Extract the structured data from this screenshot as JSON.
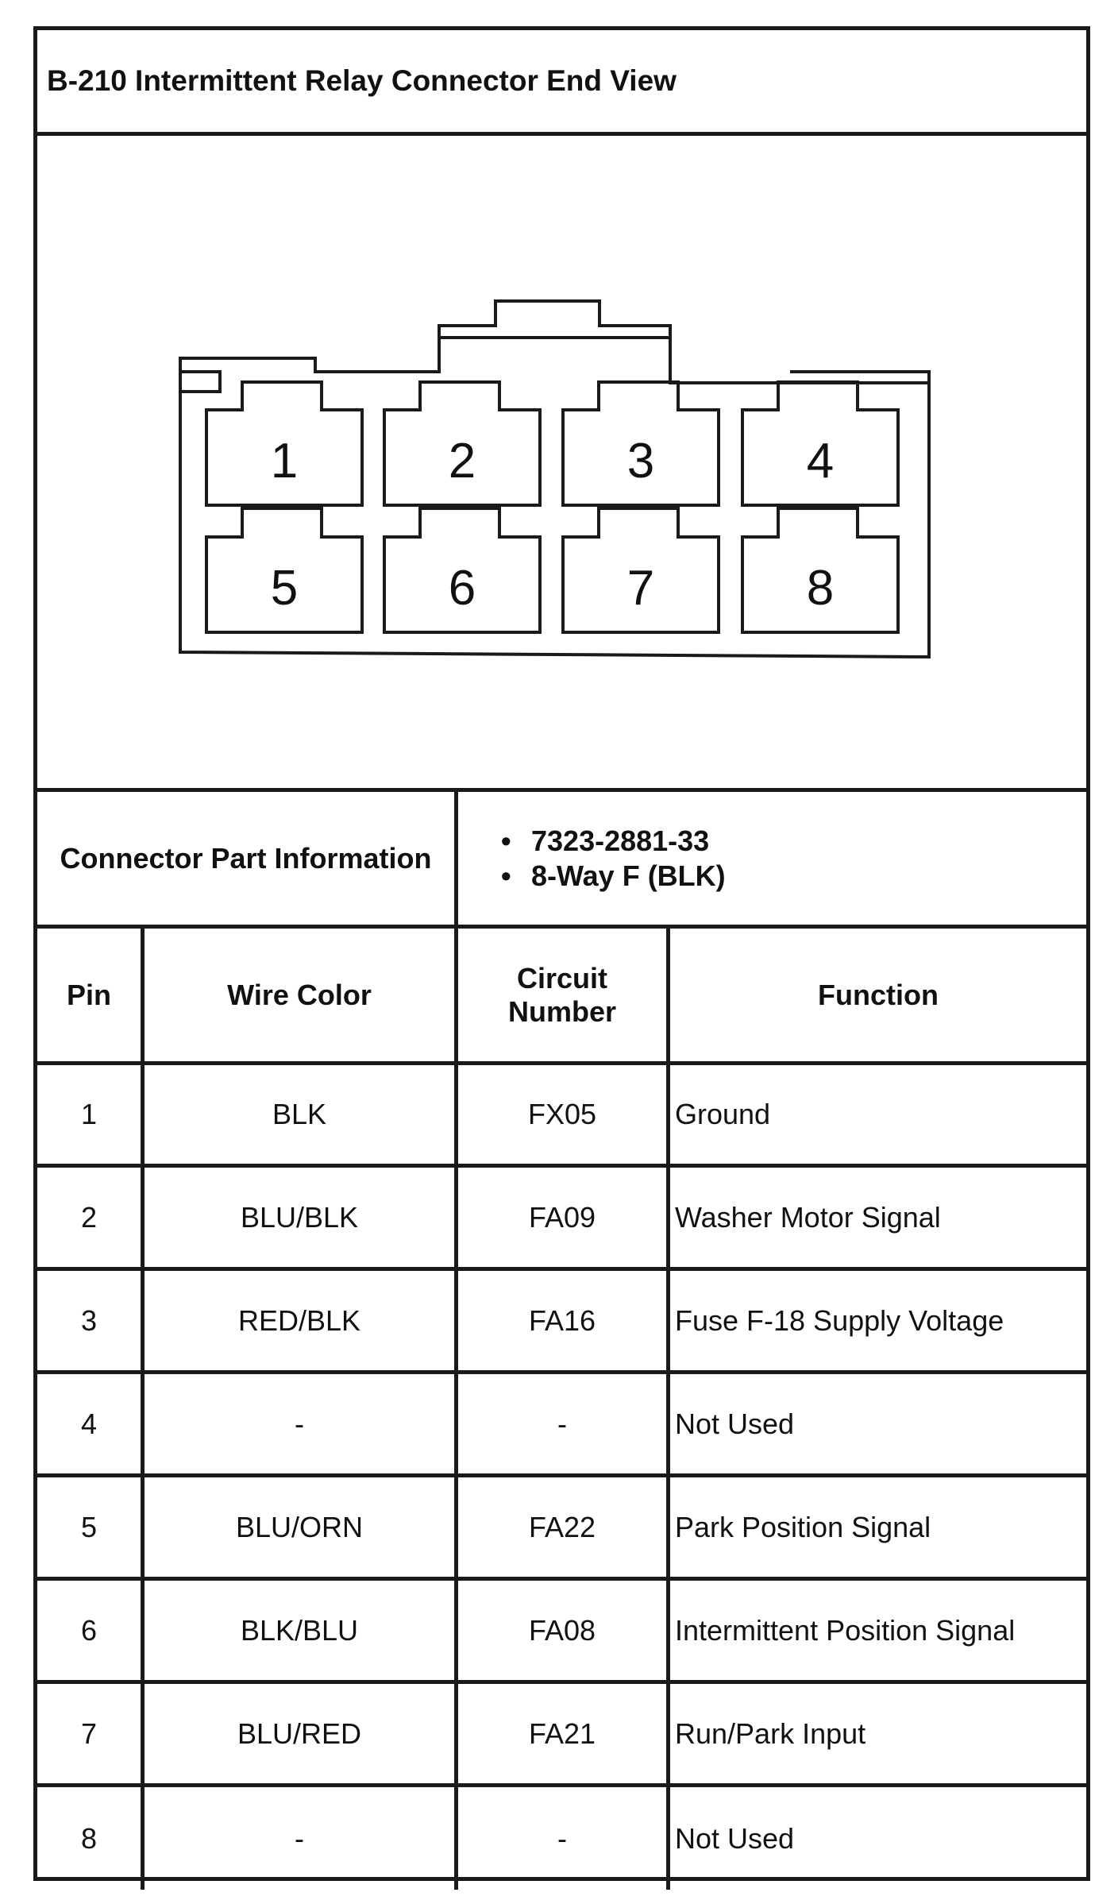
{
  "title": "B-210 Intermittent Relay Connector End View",
  "connector_diagram": {
    "pins": [
      "1",
      "2",
      "3",
      "4",
      "5",
      "6",
      "7",
      "8"
    ]
  },
  "part_info": {
    "label": "Connector Part Information",
    "items": [
      "7323-2881-33",
      "8-Way F (BLK)"
    ],
    "bullet": "•"
  },
  "table": {
    "headers": {
      "pin": "Pin",
      "wire_color": "Wire Color",
      "circuit_line1": "Circuit",
      "circuit_line2": "Number",
      "function": "Function"
    },
    "rows": [
      {
        "pin": "1",
        "wire_color": "BLK",
        "circuit": "FX05",
        "function": "Ground"
      },
      {
        "pin": "2",
        "wire_color": "BLU/BLK",
        "circuit": "FA09",
        "function": "Washer Motor Signal"
      },
      {
        "pin": "3",
        "wire_color": "RED/BLK",
        "circuit": "FA16",
        "function": "Fuse F-18 Supply Voltage"
      },
      {
        "pin": "4",
        "wire_color": "-",
        "circuit": "-",
        "function": "Not Used"
      },
      {
        "pin": "5",
        "wire_color": "BLU/ORN",
        "circuit": "FA22",
        "function": "Park Position Signal"
      },
      {
        "pin": "6",
        "wire_color": "BLK/BLU",
        "circuit": "FA08",
        "function": "Intermittent Position Signal"
      },
      {
        "pin": "7",
        "wire_color": "BLU/RED",
        "circuit": "FA21",
        "function": "Run/Park Input"
      },
      {
        "pin": "8",
        "wire_color": "-",
        "circuit": "-",
        "function": "Not Used"
      }
    ]
  }
}
